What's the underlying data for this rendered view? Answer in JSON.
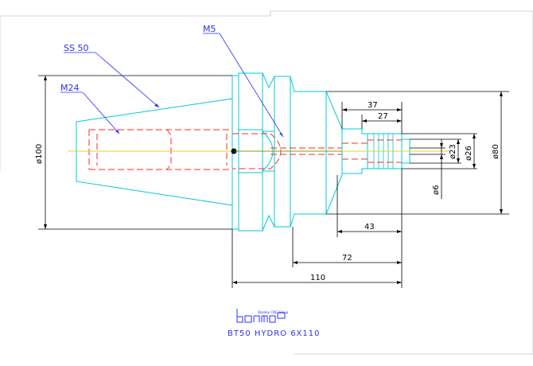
{
  "labels": {
    "ss50": "SS 50",
    "m5": "M5",
    "m24": "M24"
  },
  "dimensions": {
    "d100": "ø100",
    "d80": "ø80",
    "d26": "ø26",
    "d23": "ø23",
    "d6": "ø6",
    "l37": "37",
    "l27": "27",
    "l43": "43",
    "l72": "72",
    "l110": "110"
  },
  "title": "BT50 HYDRO 6X110",
  "logo": {
    "caption": "Stanley CNC Group"
  },
  "colors": {
    "holder": "#00c8d8",
    "hidden": "#ff2a2a",
    "center": "#e8d800",
    "dims": "#000000",
    "labels": "#2c2cff",
    "leader_m5": "#000000"
  }
}
